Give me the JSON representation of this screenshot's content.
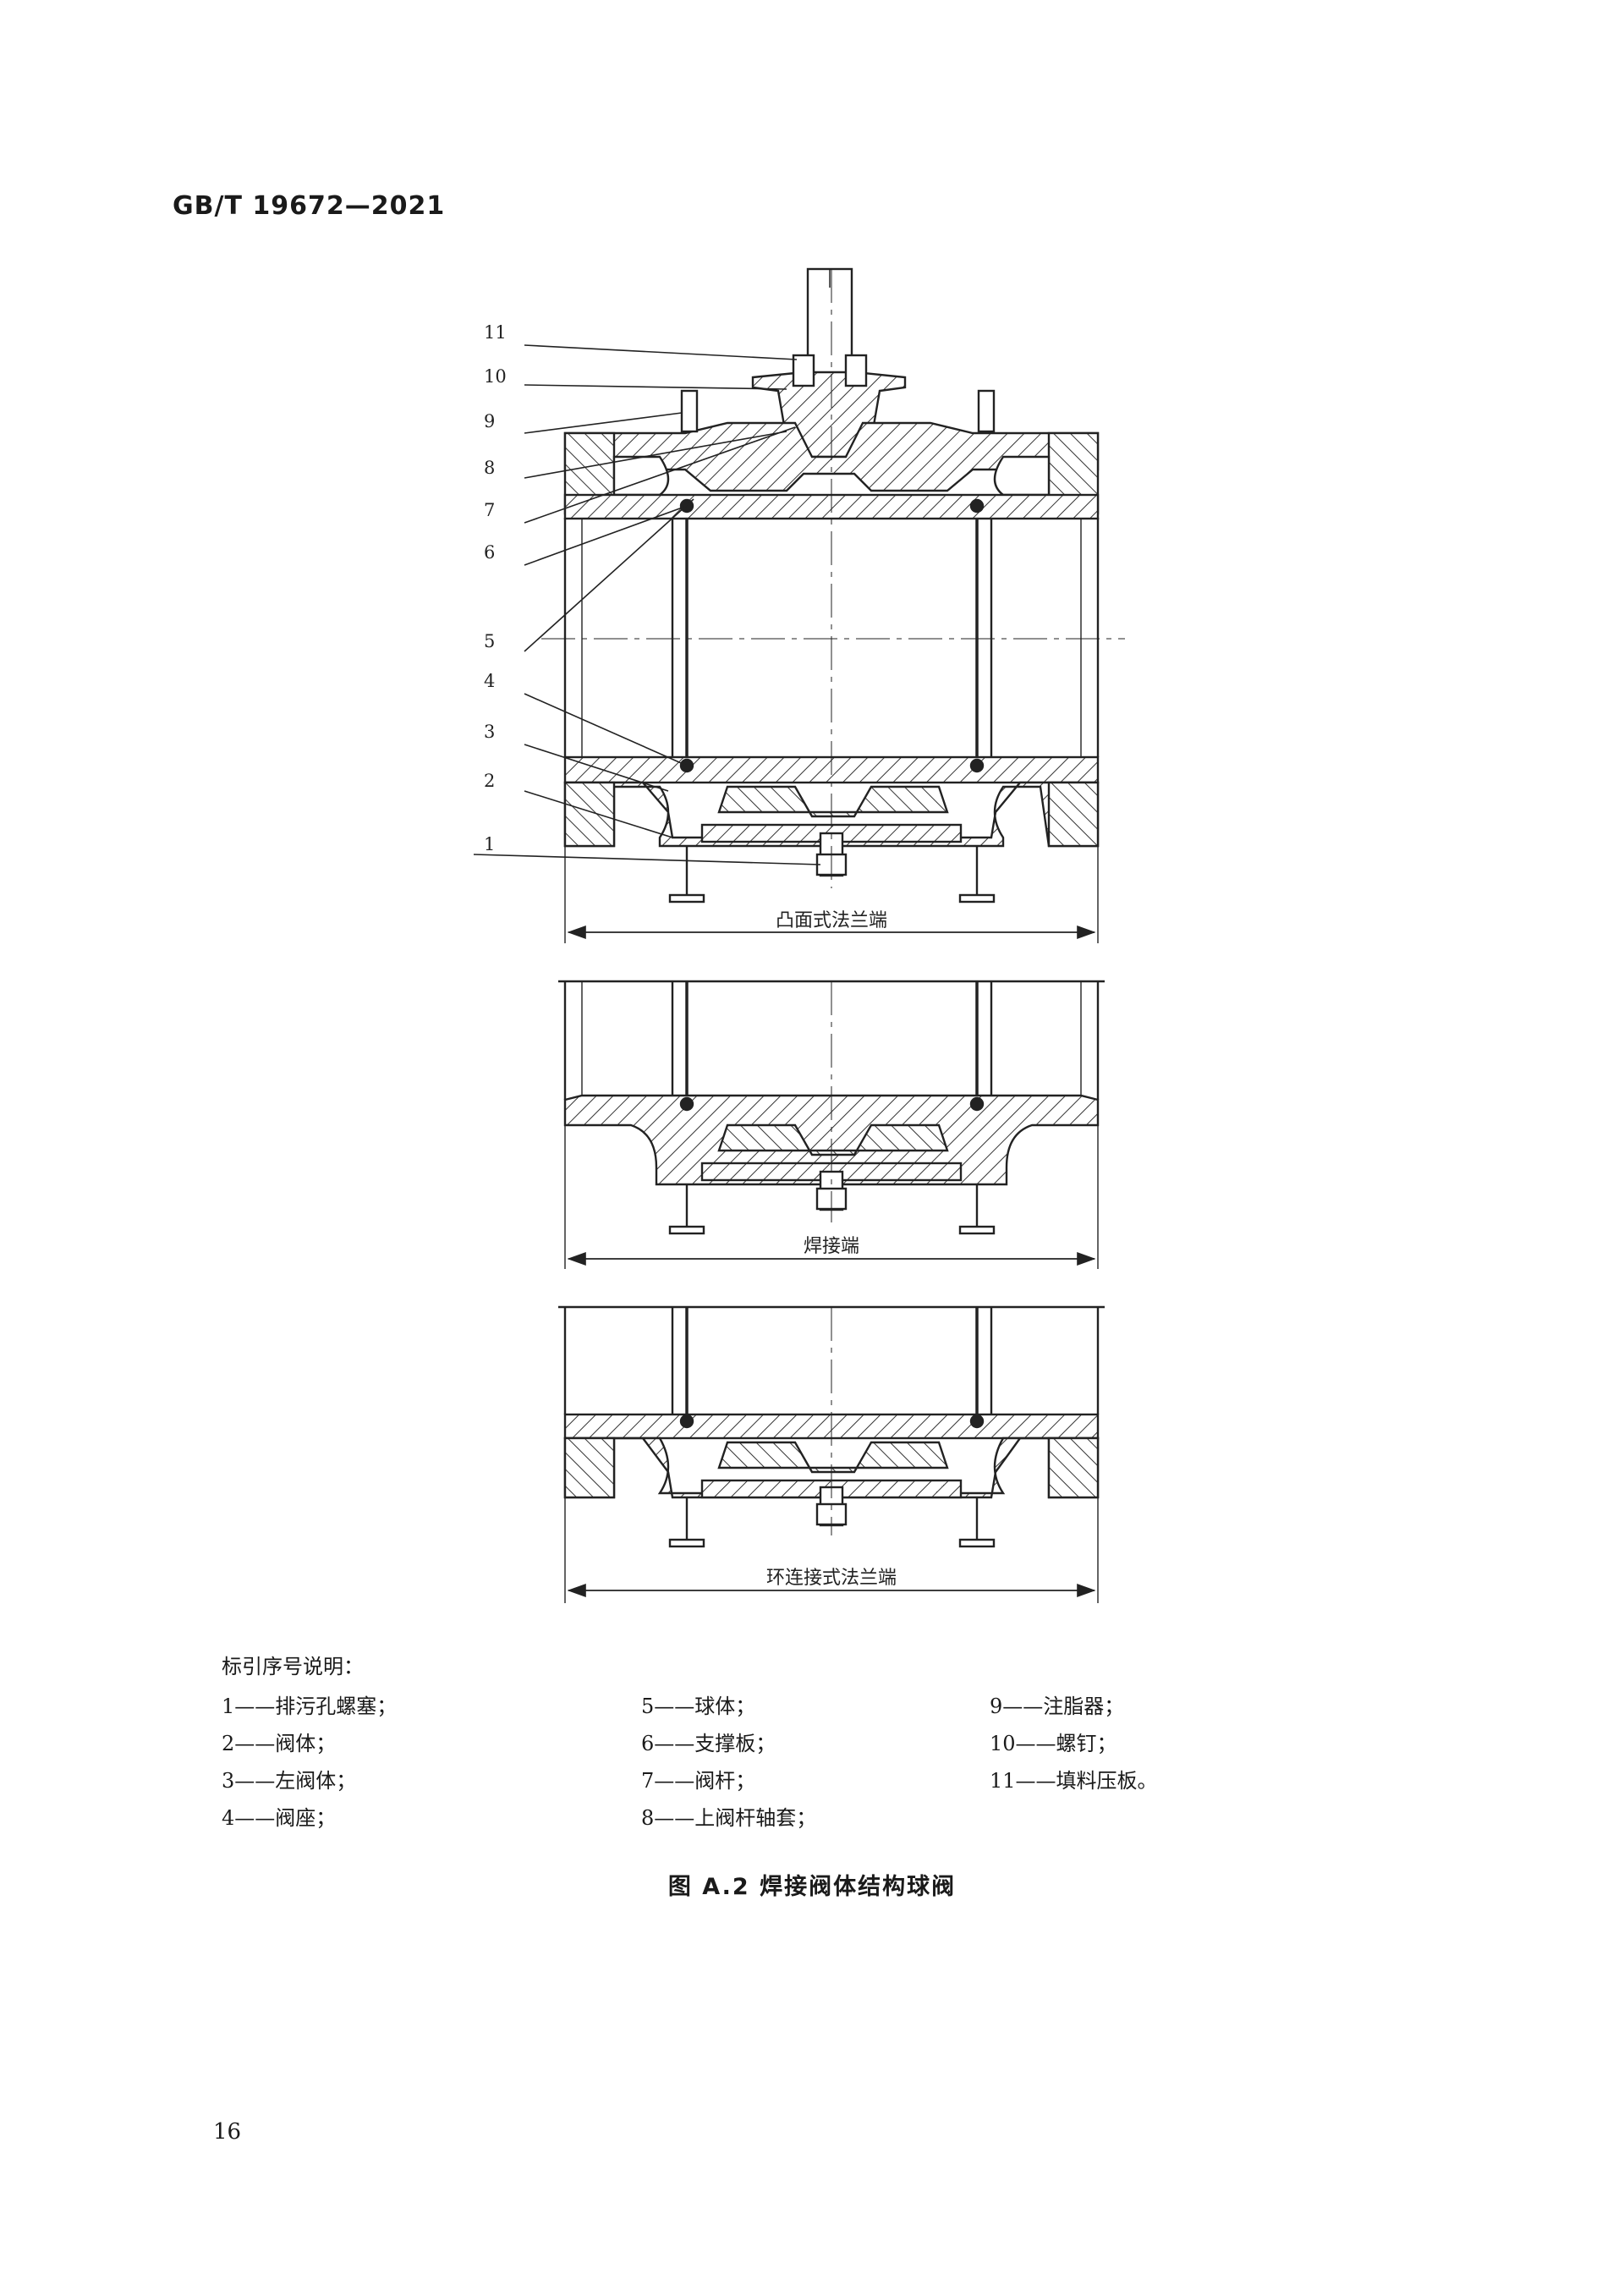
{
  "header": {
    "standard_code": "GB/T  19672—2021"
  },
  "drawing": {
    "callouts": [
      "11",
      "10",
      "9",
      "8",
      "7",
      "6",
      "5",
      "4",
      "3",
      "2",
      "1"
    ],
    "views": [
      {
        "caption": "凸面式法兰端"
      },
      {
        "caption": "焊接端"
      },
      {
        "caption": "环连接式法兰端"
      }
    ]
  },
  "legend": {
    "title": "标引序号说明：",
    "col1": [
      "1——排污孔螺塞；",
      "2——阀体；",
      "3——左阀体；",
      "4——阀座；"
    ],
    "col2": [
      "5——球体；",
      "6——支撑板；",
      "7——阀杆；",
      "8——上阀杆轴套；"
    ],
    "col3": [
      "9——注脂器；",
      "10——螺钉；",
      "11——填料压板。"
    ]
  },
  "figure_caption": "图 A.2   焊接阀体结构球阀",
  "page_number": "16"
}
